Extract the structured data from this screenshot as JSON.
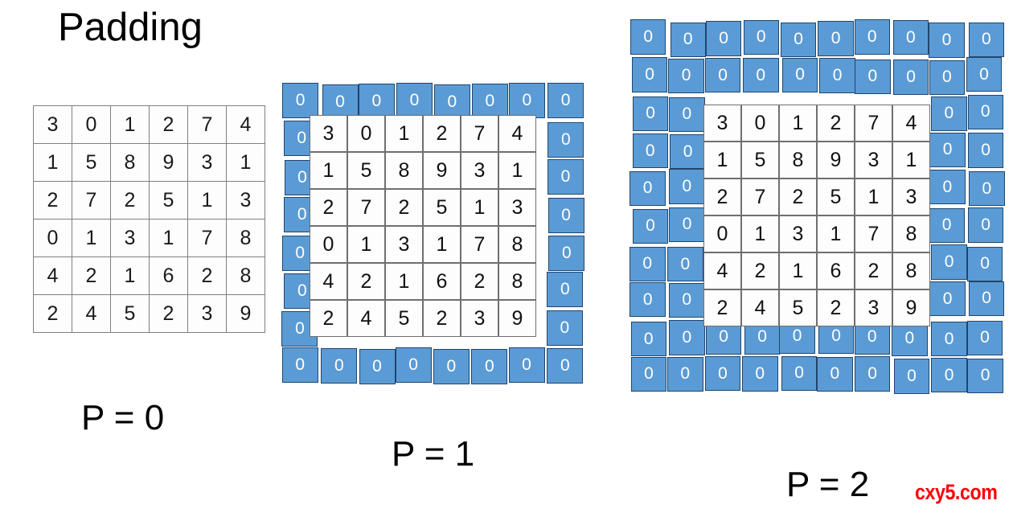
{
  "title": "Padding",
  "colors": {
    "zero_cell_fill": "#5b9bd5",
    "zero_cell_border": "#20456e",
    "zero_cell_text": "#ffffff",
    "value_cell_fill": "#fdfdfd",
    "value_cell_border": "#6f6f6f",
    "value_cell_text": "#111111",
    "title_text": "#000000",
    "watermark": "#fb0007",
    "background": "#ffffff"
  },
  "watermark": "cxy5.com",
  "zero_label": "0",
  "captions": {
    "p0": "P = 0",
    "p1": "P = 1",
    "p2": "P = 2"
  },
  "matrix": {
    "rows": 6,
    "cols": 6,
    "values": [
      [
        3,
        0,
        1,
        2,
        7,
        4
      ],
      [
        1,
        5,
        8,
        9,
        3,
        1
      ],
      [
        2,
        7,
        2,
        5,
        1,
        3
      ],
      [
        0,
        1,
        3,
        1,
        7,
        8
      ],
      [
        4,
        2,
        1,
        6,
        2,
        8
      ],
      [
        2,
        4,
        5,
        2,
        3,
        9
      ]
    ]
  },
  "panels": [
    {
      "id": "p0",
      "padding": 0,
      "caption": "P = 0",
      "grid_size": "6 x 6"
    },
    {
      "id": "p1",
      "padding": 1,
      "caption": "P = 1",
      "grid_size": "8 x 8"
    },
    {
      "id": "p2",
      "padding": 2,
      "caption": "P = 2",
      "grid_size": "10 x 10"
    }
  ],
  "chart_data": {
    "type": "table",
    "title": "Padding",
    "description": "Zero-padding illustration of a 6x6 input matrix at padding levels P = 0, P = 1 and P = 2.",
    "base_matrix": [
      [
        3,
        0,
        1,
        2,
        7,
        4
      ],
      [
        1,
        5,
        8,
        9,
        3,
        1
      ],
      [
        2,
        7,
        2,
        5,
        1,
        3
      ],
      [
        0,
        1,
        3,
        1,
        7,
        8
      ],
      [
        4,
        2,
        1,
        6,
        2,
        8
      ],
      [
        2,
        4,
        5,
        2,
        3,
        9
      ]
    ],
    "panels": [
      {
        "caption": "P = 0",
        "padding": 0,
        "output_size": [
          6,
          6
        ]
      },
      {
        "caption": "P = 1",
        "padding": 1,
        "output_size": [
          8,
          8
        ]
      },
      {
        "caption": "P = 2",
        "padding": 2,
        "output_size": [
          10,
          10
        ]
      }
    ]
  }
}
